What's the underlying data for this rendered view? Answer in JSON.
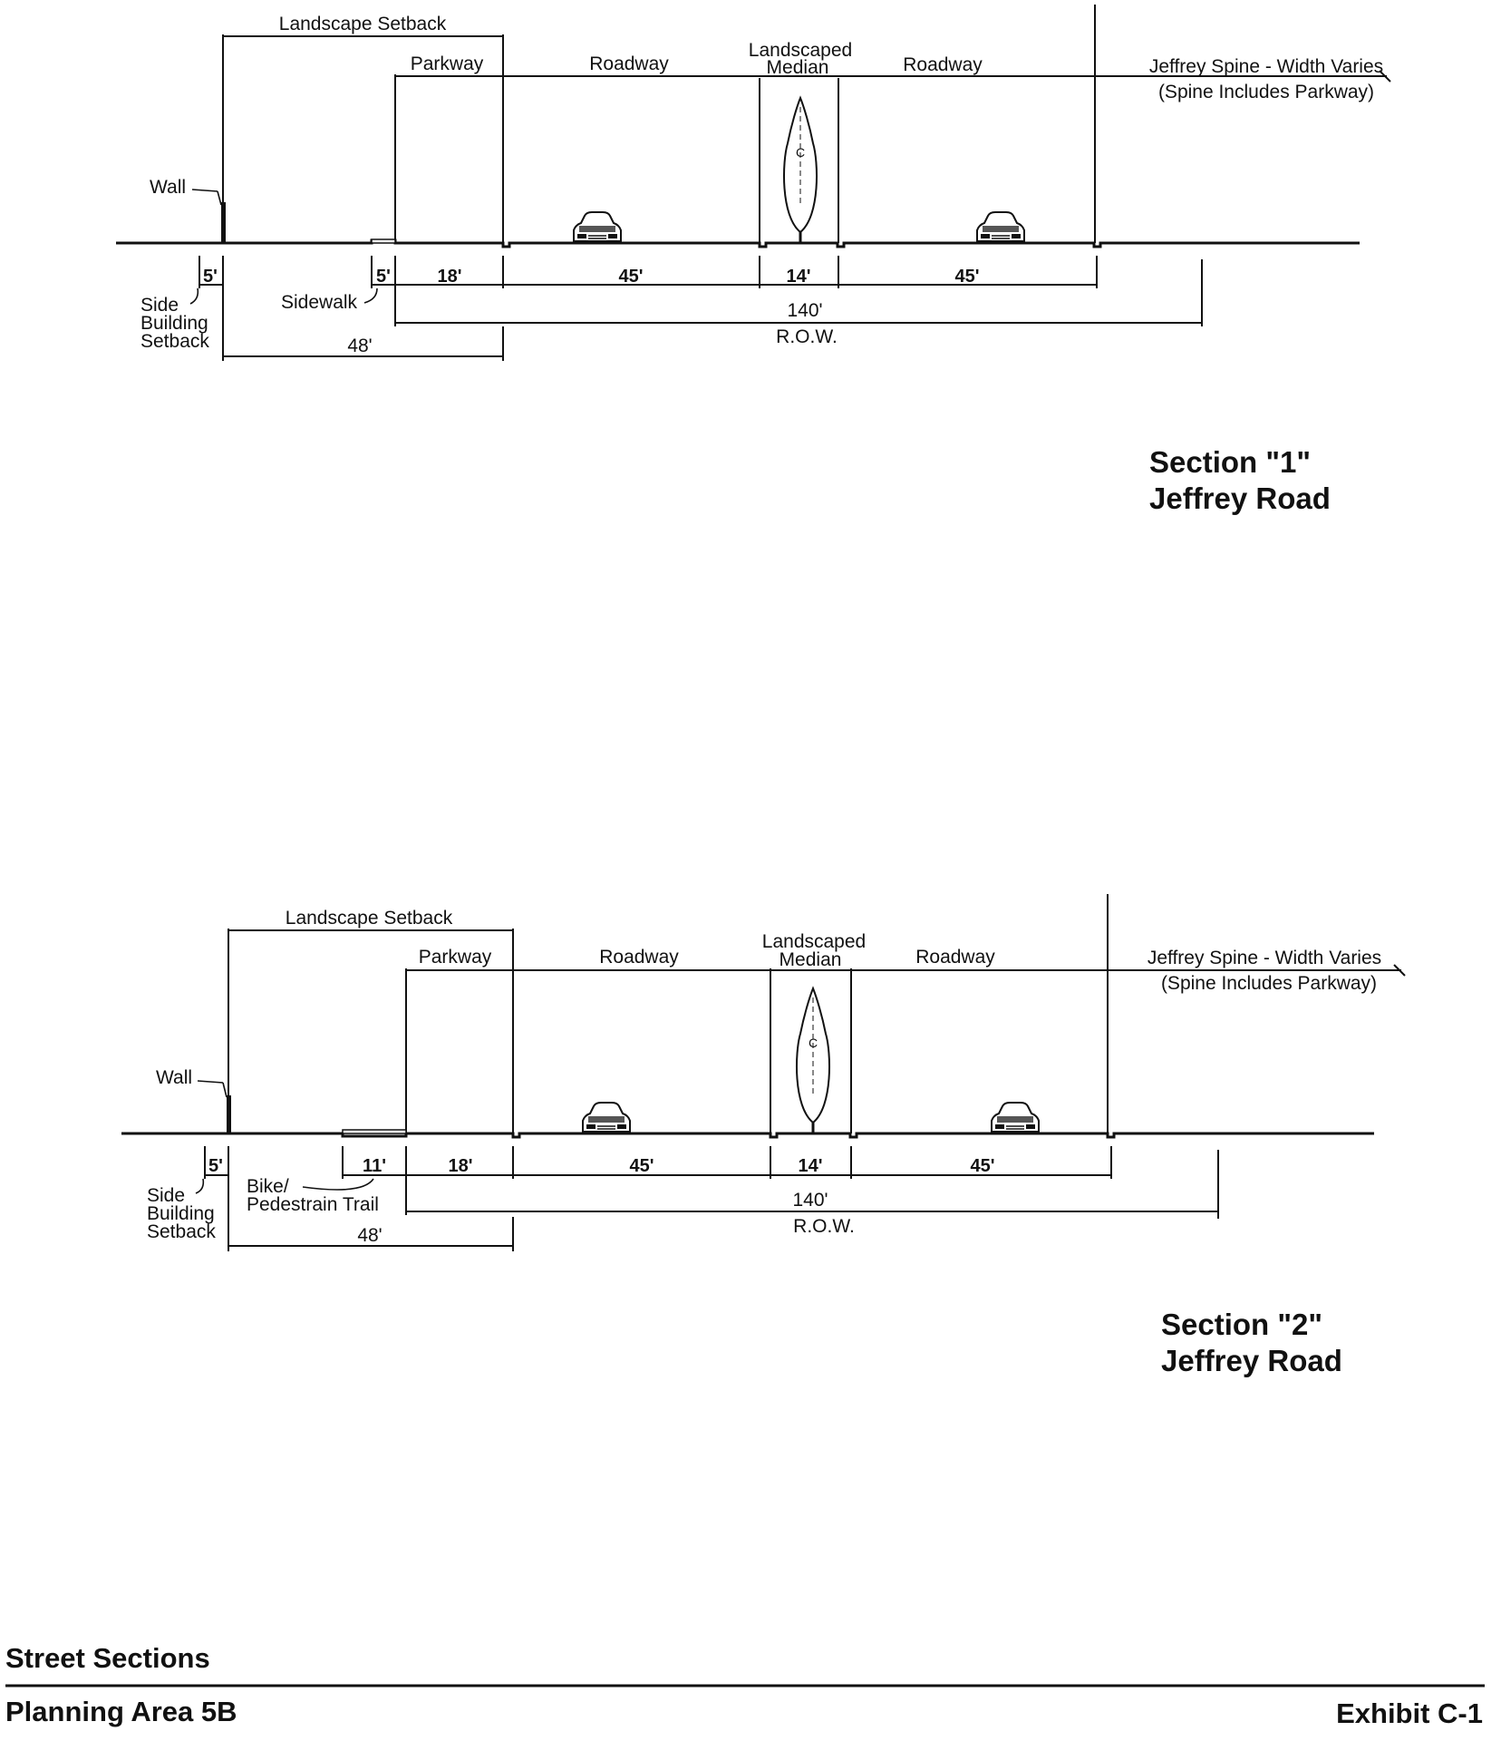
{
  "sections": [
    {
      "id": "1",
      "labels": {
        "landscape_setback": "Landscape Setback",
        "parkway": "Parkway",
        "roadway_left": "Roadway",
        "median_line1": "Landscaped",
        "median_line2": "Median",
        "roadway_right": "Roadway",
        "spine_line1": "Jeffrey Spine - Width Varies",
        "spine_line2": "(Spine Includes Parkway)",
        "wall": "Wall",
        "side_line1": "Side",
        "side_line2": "Building",
        "side_line3": "Setback",
        "walkway_line1": "Sidewalk",
        "walkway_line2": ""
      },
      "dims": {
        "side_setback": "5'",
        "walkway": "5'",
        "parkway": "18'",
        "roadway_left": "45'",
        "median": "14'",
        "roadway_right": "45'",
        "row": "140'",
        "row_label": "R.O.W.",
        "setback_total": "48'"
      },
      "title_line1": "Section \"1\"",
      "title_line2": "Jeffrey Road"
    },
    {
      "id": "2",
      "labels": {
        "landscape_setback": "Landscape Setback",
        "parkway": "Parkway",
        "roadway_left": "Roadway",
        "median_line1": "Landscaped",
        "median_line2": "Median",
        "roadway_right": "Roadway",
        "spine_line1": "Jeffrey Spine - Width Varies",
        "spine_line2": "(Spine Includes Parkway)",
        "wall": "Wall",
        "side_line1": "Side",
        "side_line2": "Building",
        "side_line3": "Setback",
        "walkway_line1": "Bike/",
        "walkway_line2": "Pedestrain Trail"
      },
      "dims": {
        "side_setback": "5'",
        "walkway": "11'",
        "parkway": "18'",
        "roadway_left": "45'",
        "median": "14'",
        "roadway_right": "45'",
        "row": "140'",
        "row_label": "R.O.W.",
        "setback_total": "48'"
      },
      "title_line1": "Section \"2\"",
      "title_line2": "Jeffrey Road"
    }
  ],
  "footer": {
    "title": "Street Sections",
    "planning_area": "Planning Area 5B",
    "exhibit": "Exhibit C-1"
  }
}
